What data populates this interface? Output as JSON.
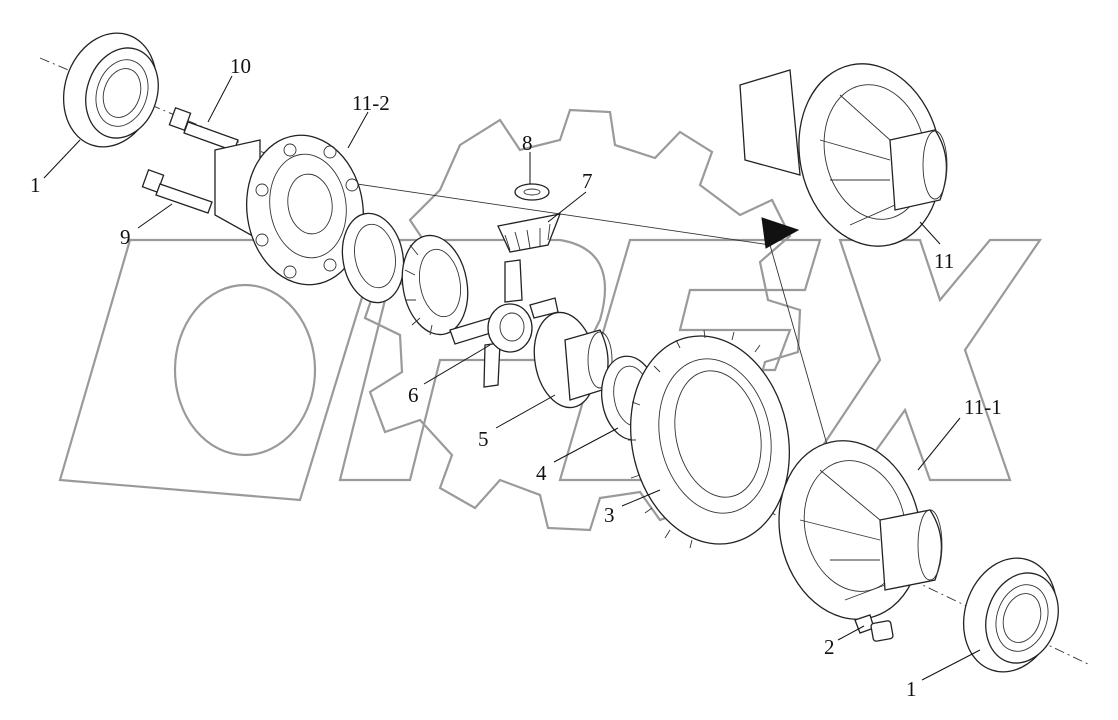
{
  "diagram": {
    "watermark": "OPEX",
    "labels": {
      "l1a": "1",
      "l1b": "1",
      "l2": "2",
      "l3": "3",
      "l4": "4",
      "l5": "5",
      "l6": "6",
      "l7": "7",
      "l8": "8",
      "l9": "9",
      "l10": "10",
      "l11": "11",
      "l11_1": "11-1",
      "l11_2": "11-2"
    }
  }
}
